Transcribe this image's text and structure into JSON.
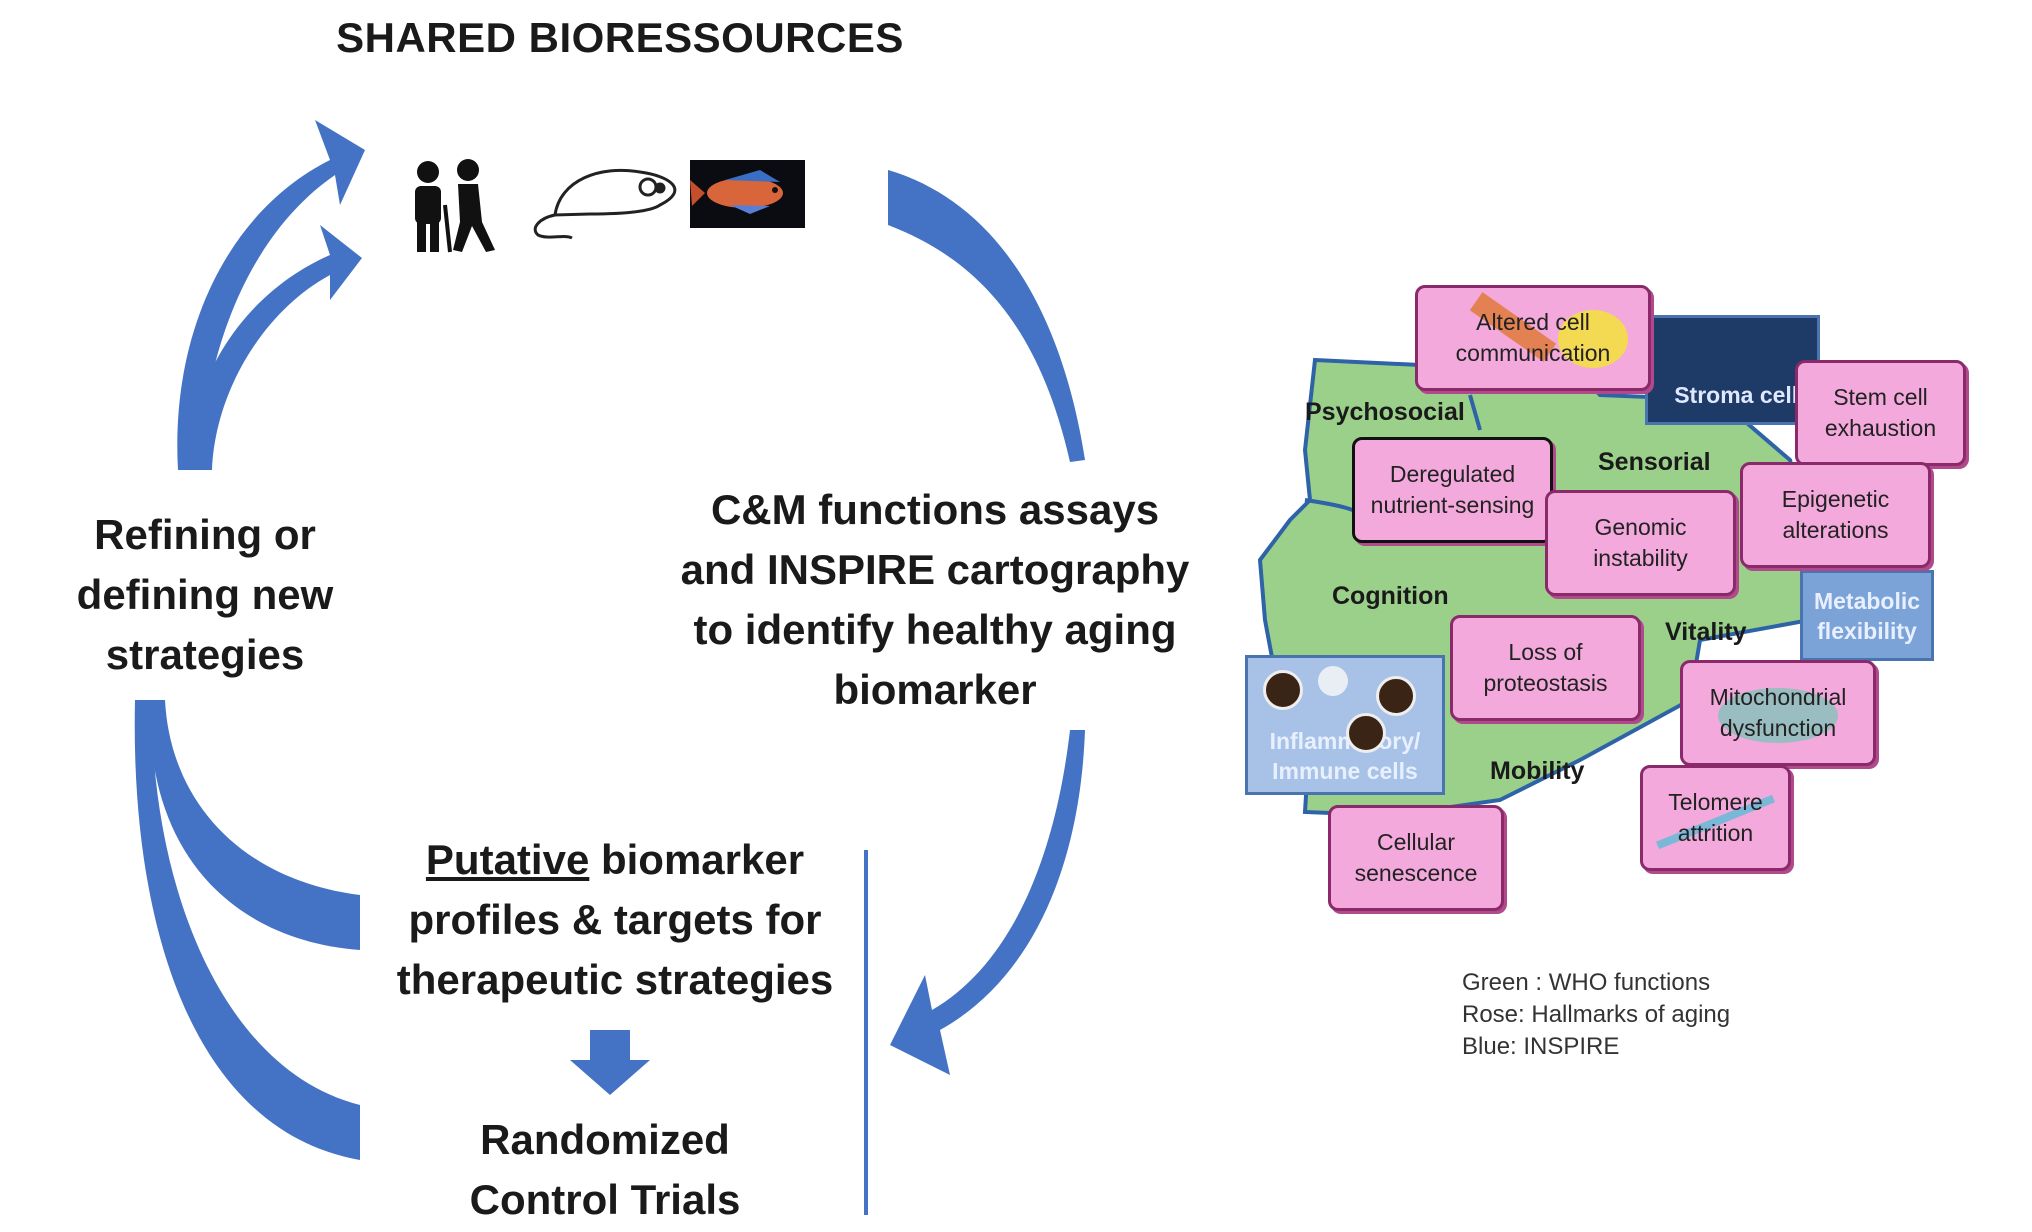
{
  "title": "SHARED BIORESSOURCES",
  "left_text": [
    "Refining or",
    "defining new",
    "strategies"
  ],
  "center_text": [
    "C&M functions assays",
    "and INSPIRE cartography",
    "to identify healthy aging",
    "biomarker"
  ],
  "profiles_text": {
    "underlined": "Putative",
    "line1_rest": " biomarker",
    "line2": "profiles & targets for",
    "line3": "therapeutic strategies"
  },
  "rct_text": [
    "Randomized",
    "Control Trials"
  ],
  "who_functions": {
    "psychosocial": "Psychosocial",
    "sensorial": "Sensorial",
    "cognition": "Cognition",
    "vitality": "Vitality",
    "mobility": "Mobility"
  },
  "hallmarks": {
    "altered": [
      "Altered cell",
      "communication"
    ],
    "stem": [
      "Stem cell",
      "exhaustion"
    ],
    "nutrient": [
      "Deregulated",
      "nutrient-sensing"
    ],
    "genomic": [
      "Genomic",
      "instability"
    ],
    "epigenetic": [
      "Epigenetic",
      "alterations"
    ],
    "proteostasis": [
      "Loss of",
      "proteostasis"
    ],
    "mito": [
      "Mitochondrial",
      "dysfunction"
    ],
    "telomere": [
      "Telomere",
      "attrition"
    ],
    "senescence": [
      "Cellular",
      "senescence"
    ]
  },
  "inspire": {
    "stroma": "Stroma cells",
    "metabolic": [
      "Metabolic",
      "flexibility"
    ],
    "immune": [
      "Inflammatory/",
      "Immune  cells"
    ]
  },
  "legend": [
    "Green : WHO functions",
    "Rose: Hallmarks of aging",
    "Blue: INSPIRE"
  ],
  "icons": [
    "elderly-people-icon",
    "mouse-icon",
    "fish-icon",
    "down-arrow-icon"
  ],
  "colors": {
    "arrow": "#4472c4",
    "who_green": "#9bd08a",
    "hallmark_rose": "#f3a9dc",
    "inspire_blue": "#7ba3d8"
  }
}
